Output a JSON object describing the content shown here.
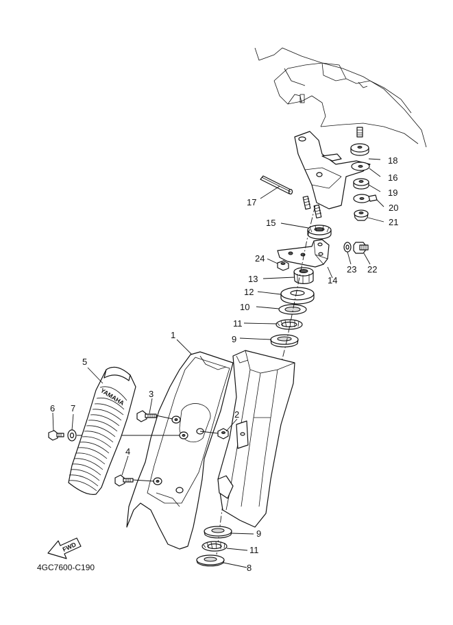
{
  "diagram_code": "4GC7600-C190",
  "grip_brand_text": "YAMAHA",
  "direction_arrow_label": "FWD",
  "callouts": [
    {
      "id": "1",
      "label": "1"
    },
    {
      "id": "2",
      "label": "2"
    },
    {
      "id": "3",
      "label": "3"
    },
    {
      "id": "4",
      "label": "4"
    },
    {
      "id": "5",
      "label": "5"
    },
    {
      "id": "6",
      "label": "6"
    },
    {
      "id": "7",
      "label": "7"
    },
    {
      "id": "8",
      "label": "8"
    },
    {
      "id": "9a",
      "label": "9"
    },
    {
      "id": "9b",
      "label": "9"
    },
    {
      "id": "10",
      "label": "10"
    },
    {
      "id": "11a",
      "label": "11"
    },
    {
      "id": "11b",
      "label": "11"
    },
    {
      "id": "12",
      "label": "12"
    },
    {
      "id": "13",
      "label": "13"
    },
    {
      "id": "14",
      "label": "14"
    },
    {
      "id": "15",
      "label": "15"
    },
    {
      "id": "16",
      "label": "16"
    },
    {
      "id": "17",
      "label": "17"
    },
    {
      "id": "18",
      "label": "18"
    },
    {
      "id": "19",
      "label": "19"
    },
    {
      "id": "20",
      "label": "20"
    },
    {
      "id": "21",
      "label": "21"
    },
    {
      "id": "22",
      "label": "22"
    },
    {
      "id": "23",
      "label": "23"
    },
    {
      "id": "24",
      "label": "24"
    }
  ]
}
